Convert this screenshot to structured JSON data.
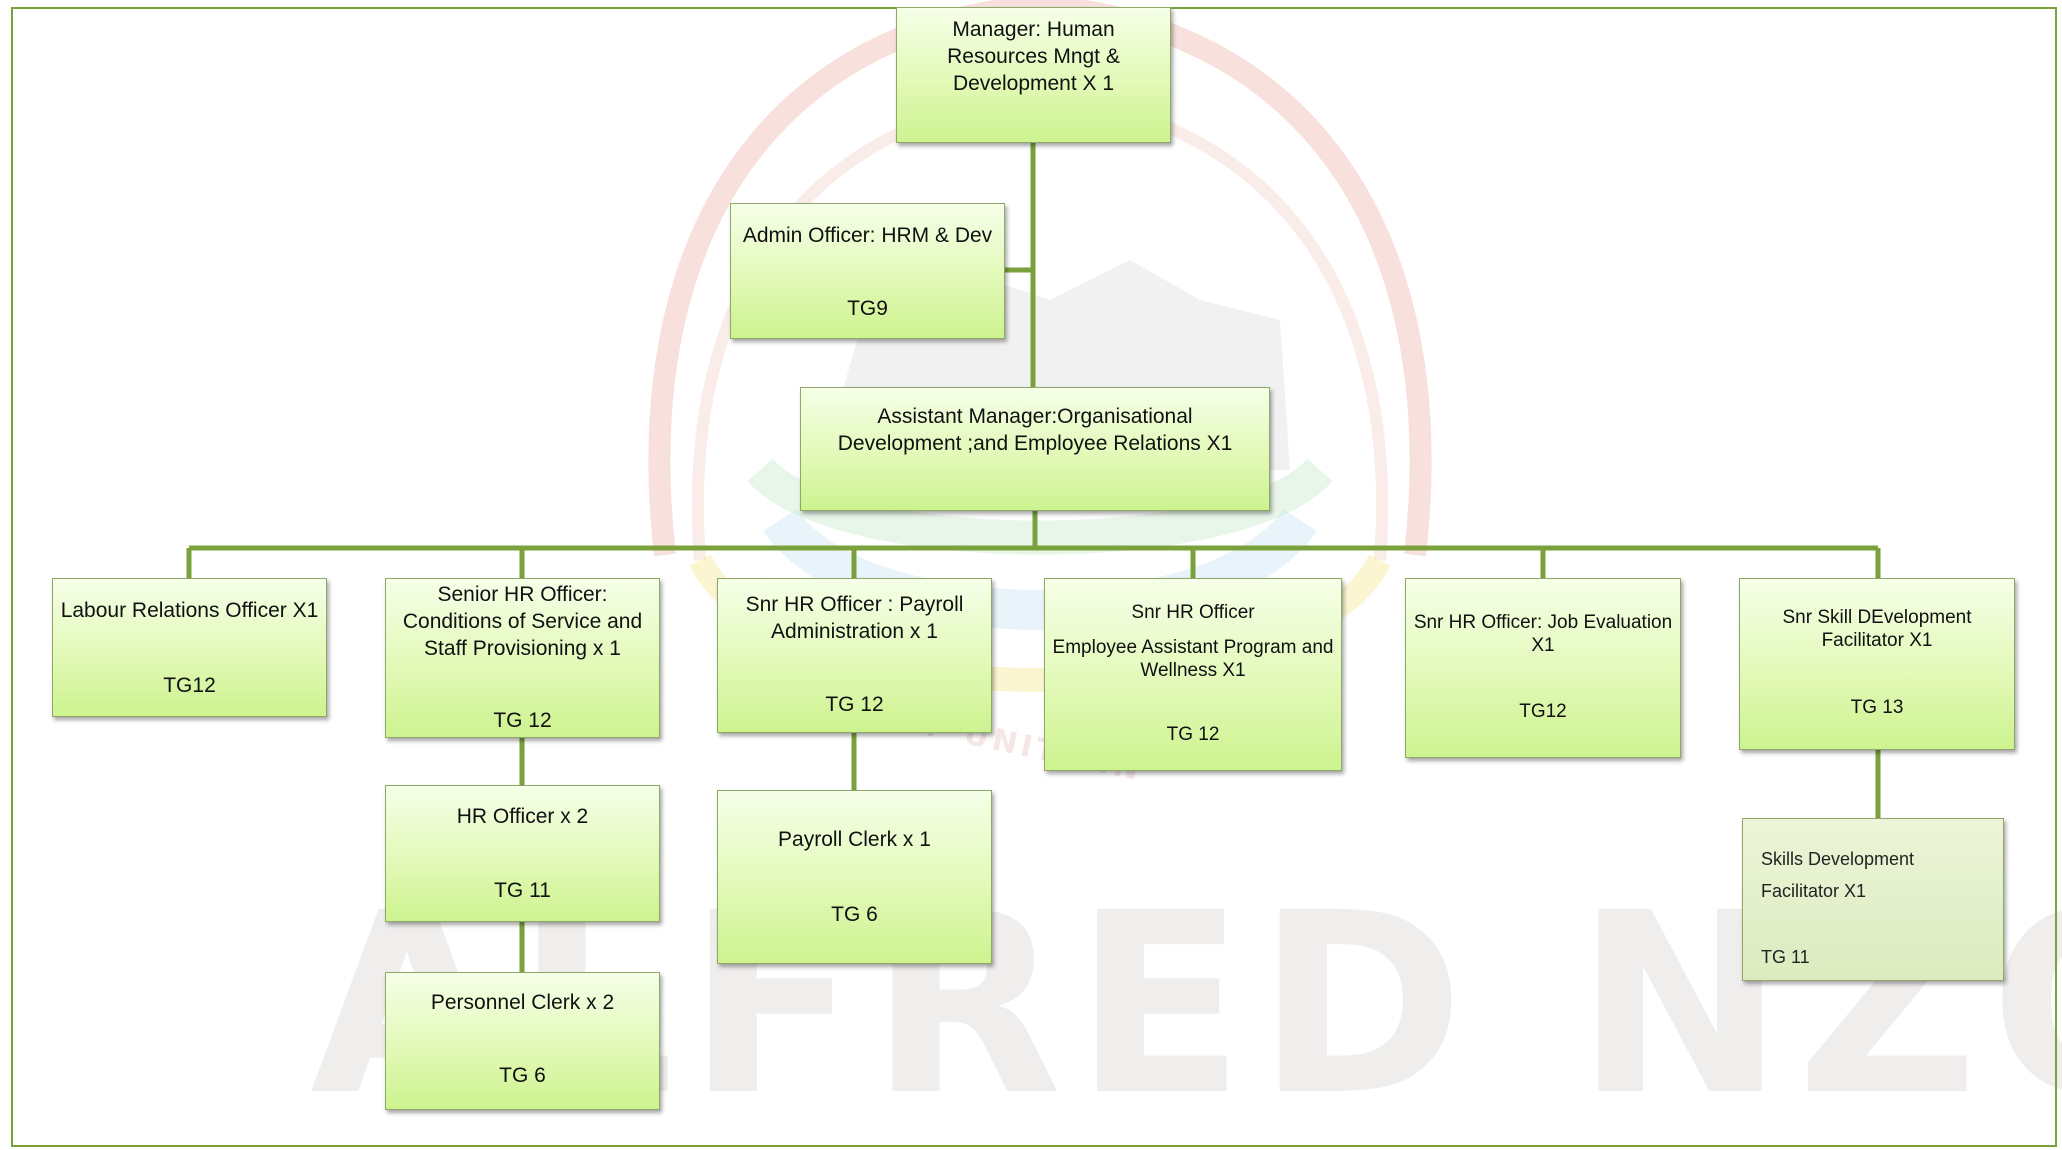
{
  "watermark": {
    "text": "ALFRED NZO",
    "motto": "OF UNITY IN"
  },
  "colors": {
    "connector": "#7aa13c",
    "box_top": "#f6ffe8",
    "box_bottom": "#cdf38f",
    "watermark_arc": "#f3c7c0"
  },
  "nodes": {
    "manager": {
      "title": "Manager: Human Resources Mngt & Development X 1"
    },
    "admin": {
      "title": "Admin Officer: HRM & Dev",
      "grade": "TG9"
    },
    "asst_manager": {
      "title": "Assistant Manager:Organisational Development ;and Employee Relations  X1"
    },
    "labour": {
      "title": "Labour Relations Officer X1",
      "grade": "TG12"
    },
    "snr_conditions": {
      "title": "Senior HR Officer: Conditions of Service and Staff Provisioning x 1",
      "grade": "TG 12"
    },
    "snr_payroll": {
      "title": "Snr  HR Officer : Payroll Administration x 1",
      "grade": "TG 12"
    },
    "snr_eap": {
      "title": "Snr HR Officer",
      "subtitle": "Employee Assistant Program and Wellness X1",
      "grade": "TG 12"
    },
    "snr_job_eval": {
      "title": "Snr HR Officer: Job Evaluation X1",
      "grade": "TG12"
    },
    "snr_skill": {
      "title": "Snr Skill DEvelopment Facilitator  X1",
      "grade": "TG 13"
    },
    "hr_officer": {
      "title": "HR Officer x 2",
      "grade": "TG 11"
    },
    "payroll_clerk": {
      "title": "Payroll Clerk x 1",
      "grade": "TG 6"
    },
    "personnel_clerk": {
      "title": "Personnel Clerk x 2",
      "grade": "TG 6"
    },
    "skills_dev": {
      "line1": "Skills Development",
      "line2": "Facilitator X1",
      "grade": "TG 11"
    }
  }
}
